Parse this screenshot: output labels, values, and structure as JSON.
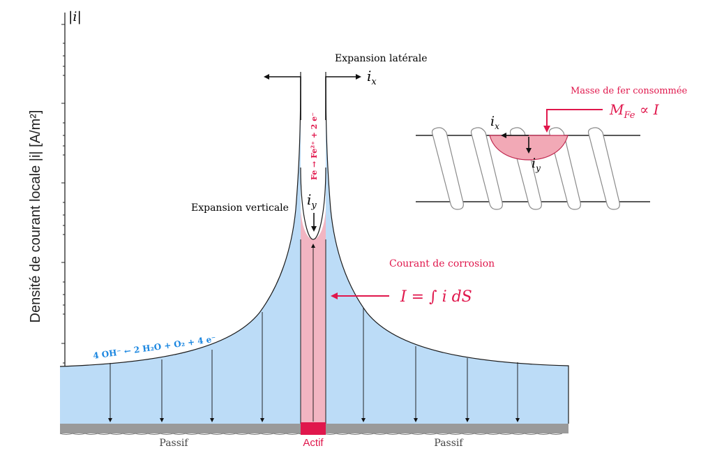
{
  "axis": {
    "y_symbol": "|i|",
    "y_label": "Densité de courant locale  |i|  [A/m²]"
  },
  "labels": {
    "lateral_expansion": "Expansion latérale",
    "vertical_expansion": "Expansion verticale",
    "ix": "i",
    "ix_sub": "x",
    "iy": "i",
    "iy_sub": "y",
    "anodic_reaction": "Fe → Fe²⁺ + 2 e⁻",
    "cathodic_reaction": "4 OH⁻ ← 2 H₂O + O₂ + 4 e⁻",
    "corrosion_current_title": "Courant de corrosion",
    "corrosion_current_formula": "I = ∫ i dS",
    "passive_left": "Passif",
    "active": "Actif",
    "passive_right": "Passif"
  },
  "inset": {
    "title": "Masse de fer consommée",
    "formula": "M_Fe ∝ I",
    "formula_main": "M",
    "formula_sub": "Fe",
    "formula_rest": " ∝ I",
    "ix": "i",
    "ix_sub": "x",
    "iy": "i",
    "iy_sub": "y"
  },
  "colors": {
    "cathodic_fill": "#bcdcf7",
    "anodic_fill": "#f2b5c2",
    "accent_red": "#e0174c",
    "blue_text": "#1a86e0",
    "rebar_gray": "#9a9a9a",
    "stroke": "#1a1a1a"
  }
}
